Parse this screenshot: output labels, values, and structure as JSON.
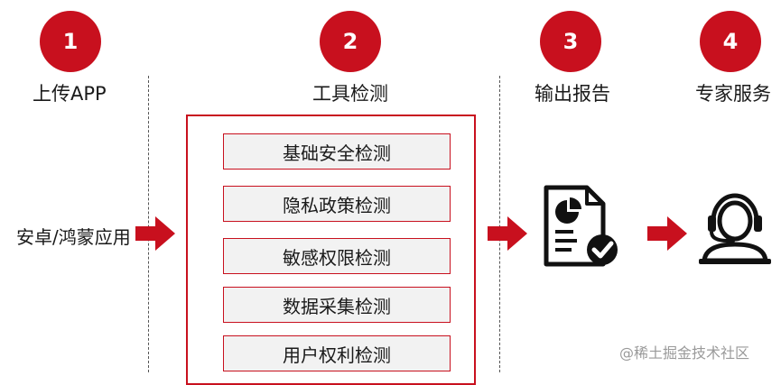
{
  "steps": [
    {
      "number": "1",
      "label": "上传APP"
    },
    {
      "number": "2",
      "label": "工具检测"
    },
    {
      "number": "3",
      "label": "输出报告"
    },
    {
      "number": "4",
      "label": "专家服务"
    }
  ],
  "source": {
    "label": "安卓/鸿蒙应用"
  },
  "tools": [
    "基础安全检测",
    "隐私政策检测",
    "敏感权限检测",
    "数据采集检测",
    "用户权利检测"
  ],
  "icons": {
    "arrow": "right-arrow-icon",
    "report": "report-document-icon",
    "expert": "headset-support-icon"
  },
  "colors": {
    "accent": "#c8101e",
    "item_bg": "#f2f2f2",
    "icon": "#111111"
  },
  "watermark": "@稀土掘金技术社区"
}
